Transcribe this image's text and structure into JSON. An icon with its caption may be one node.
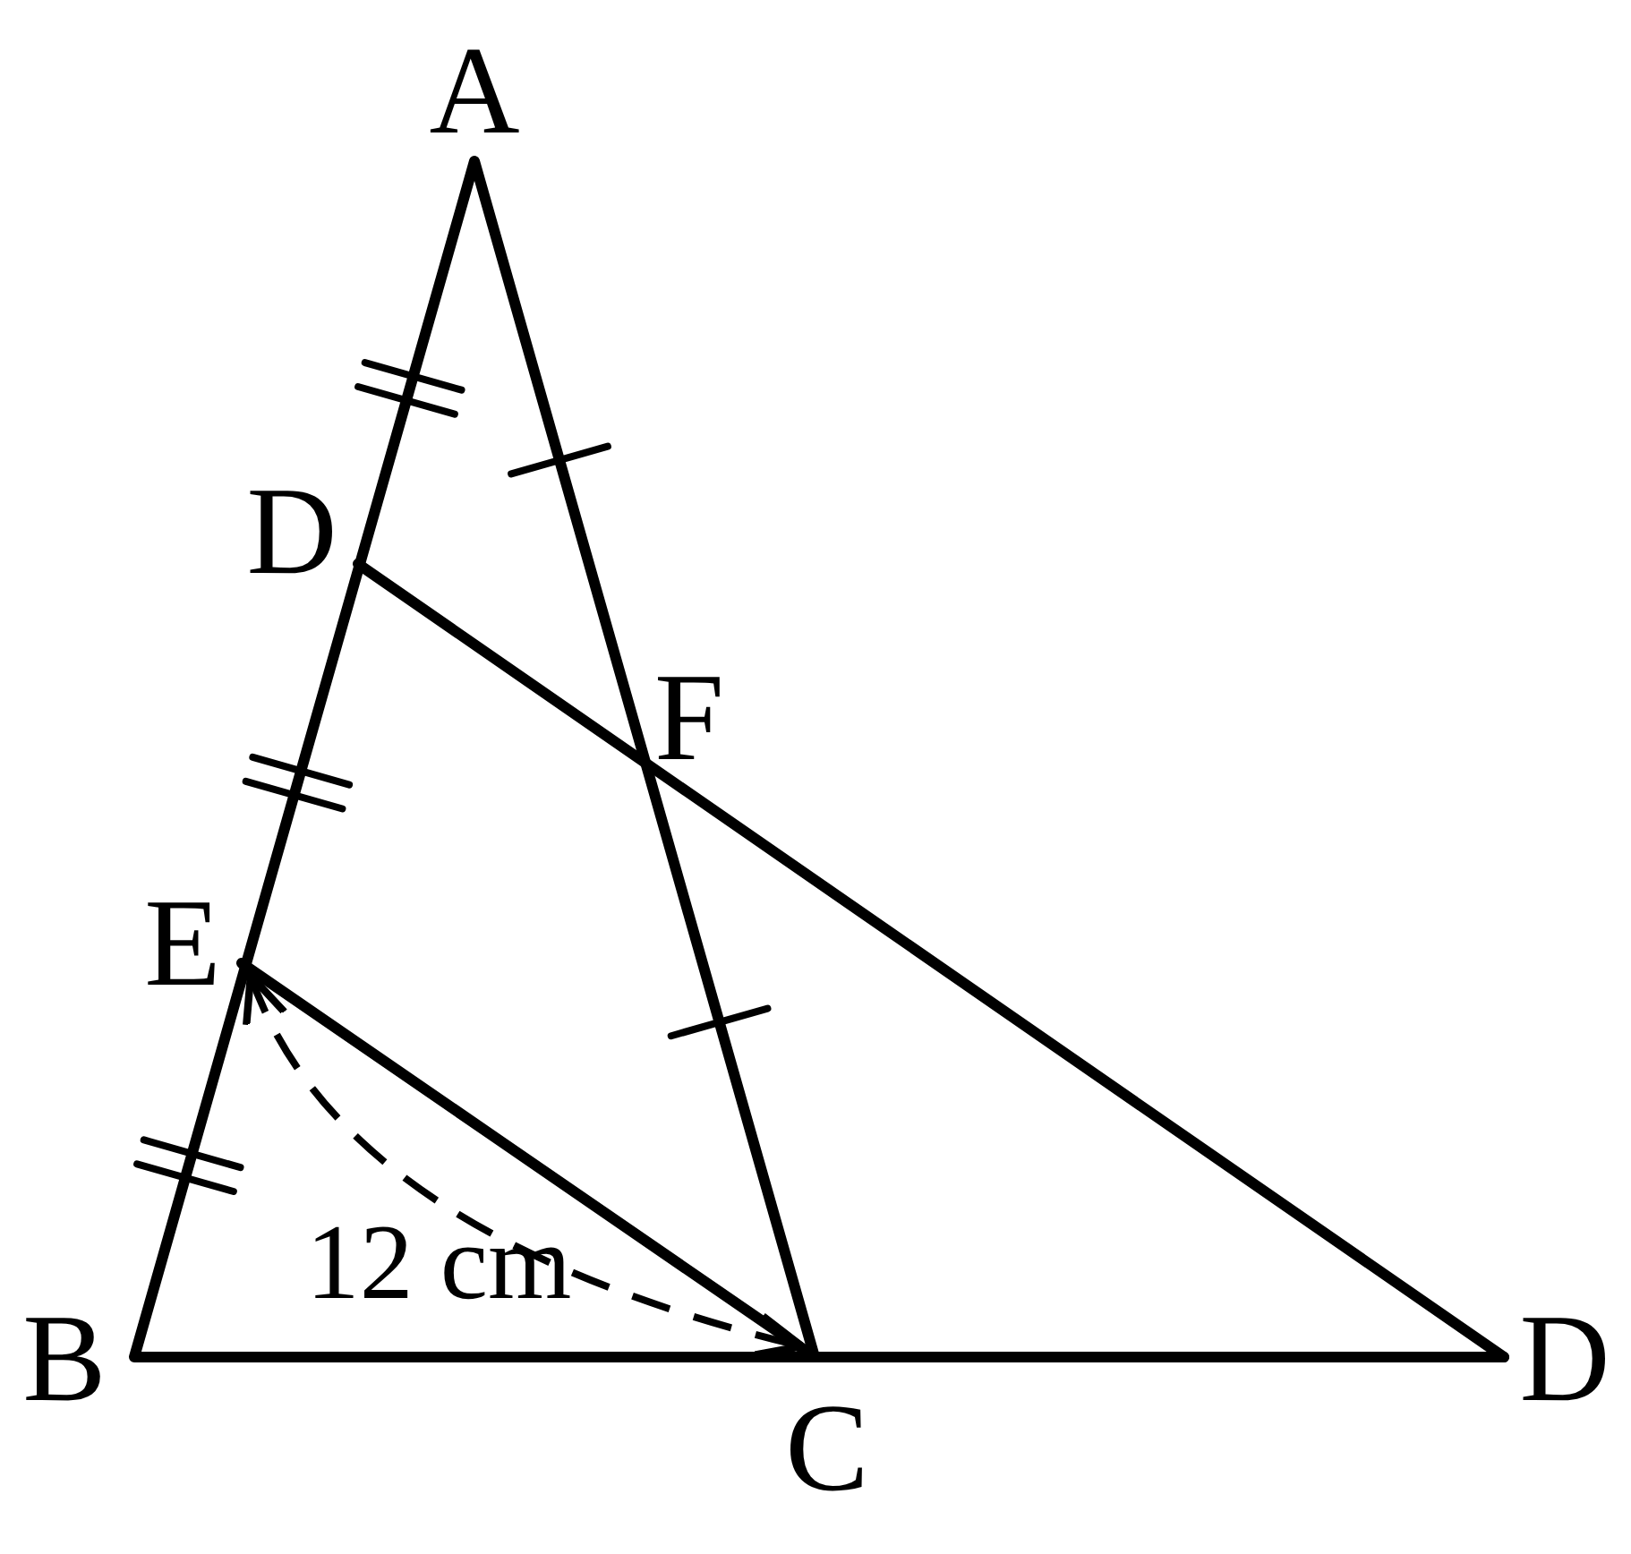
{
  "diagram": {
    "labels": [
      "A",
      "D",
      "F",
      "E",
      "B",
      "C",
      "D",
      "12 cm"
    ]
  }
}
